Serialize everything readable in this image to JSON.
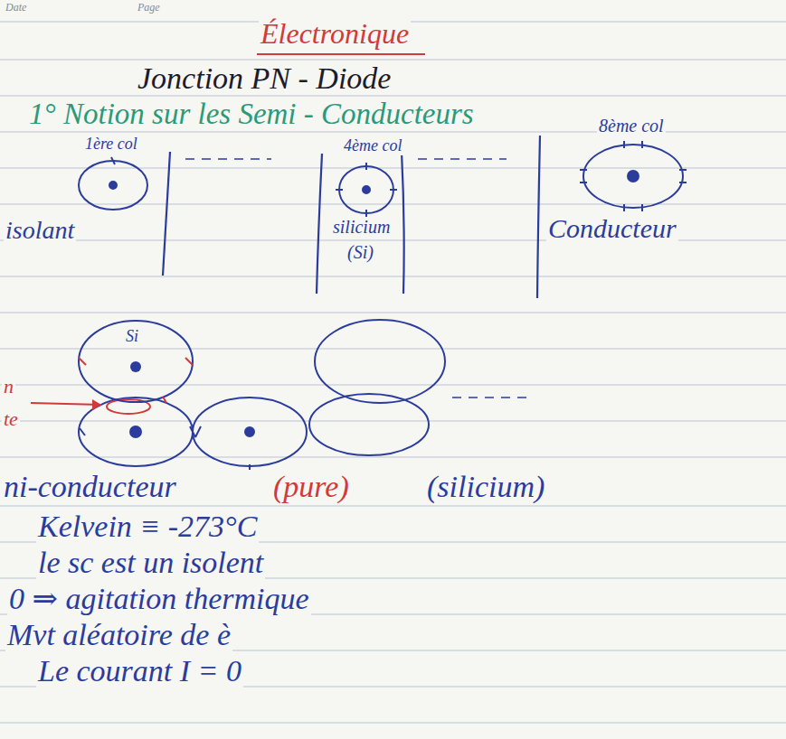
{
  "diagram": {
    "title": "Électronique",
    "nodes": [
      {
        "text": [
          "Si"
        ]
      },
      {
        "text": [
          "Si"
        ]
      }
    ],
    "labels": [
      "Date",
      "Page",
      "Jonction PN - Diode",
      "1° Notion sur les Semi - Conducteurs",
      "1ère col",
      "4ème col",
      "8ème col",
      "isolant",
      "silicium",
      "(Si)",
      "Conducteur",
      "n",
      "te",
      "ni-conducteur",
      "(pure)",
      "(silicium)",
      "Kelvein ≡ -273°C",
      "le sc est un isolent",
      "0 ⇒ agitation thermique",
      "Mvt aléatoire de è",
      "Le courant I = 0"
    ]
  }
}
